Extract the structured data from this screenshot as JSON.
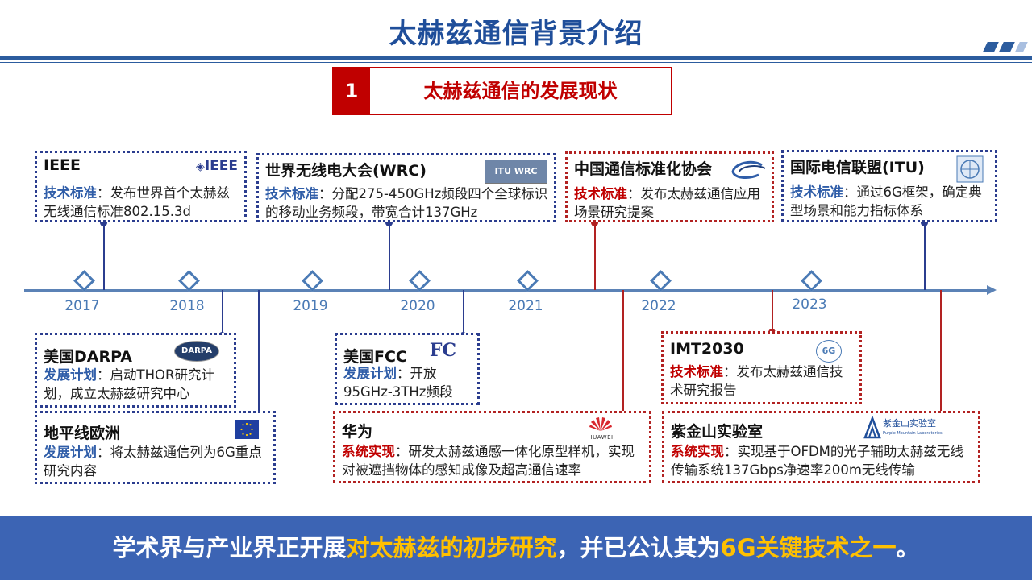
{
  "title": "太赫兹通信背景介绍",
  "section": {
    "number": "1",
    "text": "太赫兹通信的发展现状"
  },
  "years": [
    "2017",
    "2018",
    "2019",
    "2020",
    "2021",
    "2022",
    "2023"
  ],
  "top_cards": [
    {
      "name": "IEEE",
      "label": "技术标准",
      "text": "：发布世界首个太赫兹无线通信标准802.15.3d",
      "logo": "IEEE"
    },
    {
      "name": "世界无线电大会(WRC)",
      "label": "技术标准",
      "text": "：分配275-450GHz频段四个全球标识的移动业务频段，带宽合计137GHz",
      "logo": "ITU WRC"
    },
    {
      "name": "中国通信标准化协会",
      "label": "技术标准",
      "text": "：发布太赫兹通信应用场景研究提案",
      "logo": "ccsa-logo"
    },
    {
      "name": "国际电信联盟(ITU)",
      "label": "技术标准",
      "text": "：通过6G框架，确定典型场景和能力指标体系",
      "logo": "itu-logo"
    }
  ],
  "bottom_cards": [
    {
      "name": "美国DARPA",
      "label": "发展计划",
      "text": "：启动THOR研究计划，成立太赫兹研究中心",
      "logo": "DARPA"
    },
    {
      "name": "地平线欧洲",
      "label": "发展计划",
      "text": "：将太赫兹通信列为6G重点研究内容",
      "logo": "eu-flag"
    },
    {
      "name": "美国FCC",
      "label": "发展计划",
      "text": "：开放95GHz-3THz频段",
      "logo": "FC"
    },
    {
      "name": "华为",
      "label": "系统实现",
      "text": "：研发太赫兹通感一体化原型样机，实现对被遮挡物体的感知成像及超高通信速率",
      "logo": "HUAWEI"
    },
    {
      "name": "IMT2030",
      "label": "技术标准",
      "text": "：发布太赫兹通信技术研究报告",
      "logo": "6G"
    },
    {
      "name": "紫金山实验室",
      "label": "系统实现",
      "text": "：实现基于OFDM的光子辅助太赫兹无线传输系统137Gbps净速率200m无线传输",
      "logo": "紫金山实验室",
      "logo_sub": "Purple Mountain Laboratories"
    }
  ],
  "banner": {
    "part1": "学术界与产业界正开展",
    "highlight1": "对太赫兹的初步研究",
    "part2": "，并已公认其为",
    "highlight2": "6G关键技术之一",
    "part3": "。"
  },
  "colors": {
    "blue": "#2f5da8",
    "red": "#c00000",
    "navy": "#2b3d8f",
    "banner": "#3c64b4",
    "highlight": "#ffc000"
  }
}
